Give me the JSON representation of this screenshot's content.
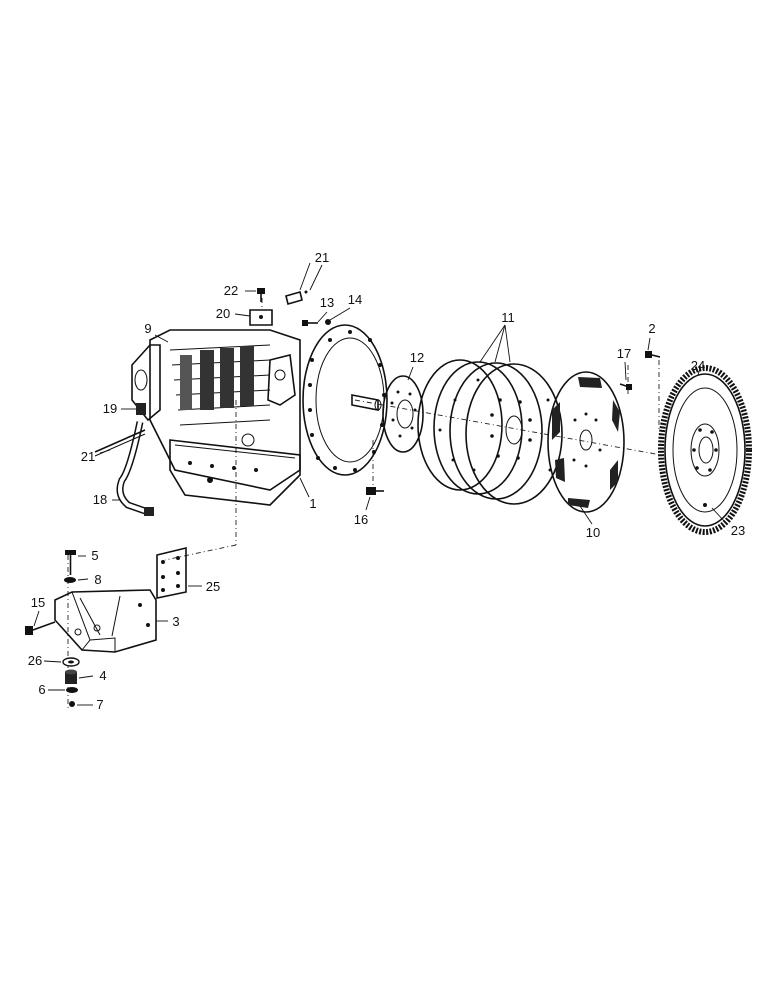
{
  "diagram": {
    "callouts": {
      "p1": "1",
      "p2": "2",
      "p3": "3",
      "p4": "4",
      "p5": "5",
      "p6": "6",
      "p7": "7",
      "p8": "8",
      "p9": "9",
      "p10": "10",
      "p11": "11",
      "p12": "12",
      "p13": "13",
      "p14": "14",
      "p15": "15",
      "p16": "16",
      "p17": "17",
      "p18": "18",
      "p19": "19",
      "p20": "20",
      "p21a": "21",
      "p21b": "21",
      "p22": "22",
      "p23": "23",
      "p24": "24",
      "p25": "25",
      "p26": "26"
    }
  }
}
